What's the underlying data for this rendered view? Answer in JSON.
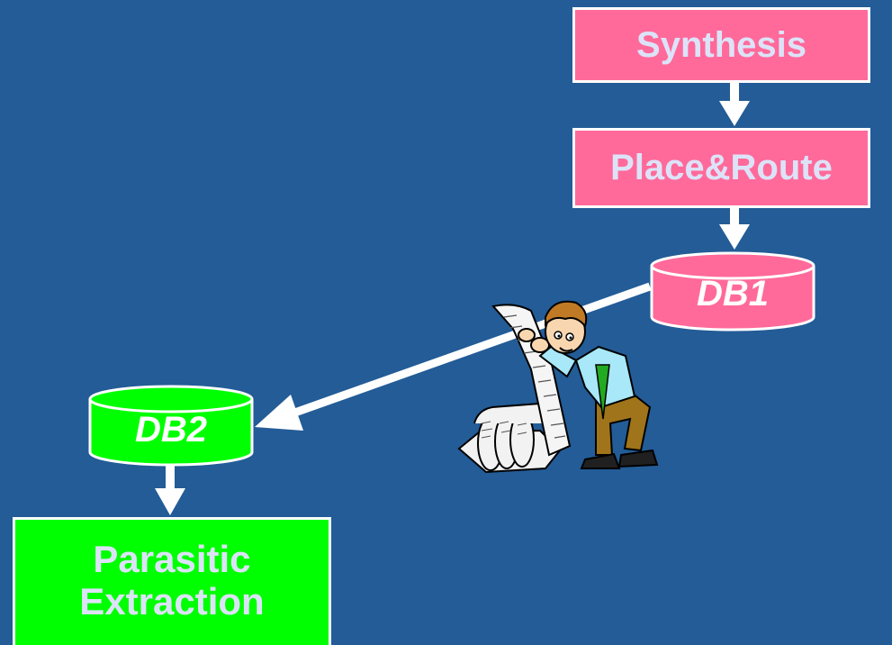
{
  "nodes": {
    "synthesis": "Synthesis",
    "place_route": "Place&Route",
    "db1": "DB1",
    "db2": "DB2",
    "parasitic_line1": "Parasitic",
    "parasitic_line2": "Extraction"
  },
  "colors": {
    "background": "#235C97",
    "pink_fill": "#FF6A9A",
    "green_fill": "#00FF00",
    "text_light": "#DCE3F8",
    "arrow": "#ffffff"
  },
  "illustration": "man-reading-long-scroll-clipart"
}
